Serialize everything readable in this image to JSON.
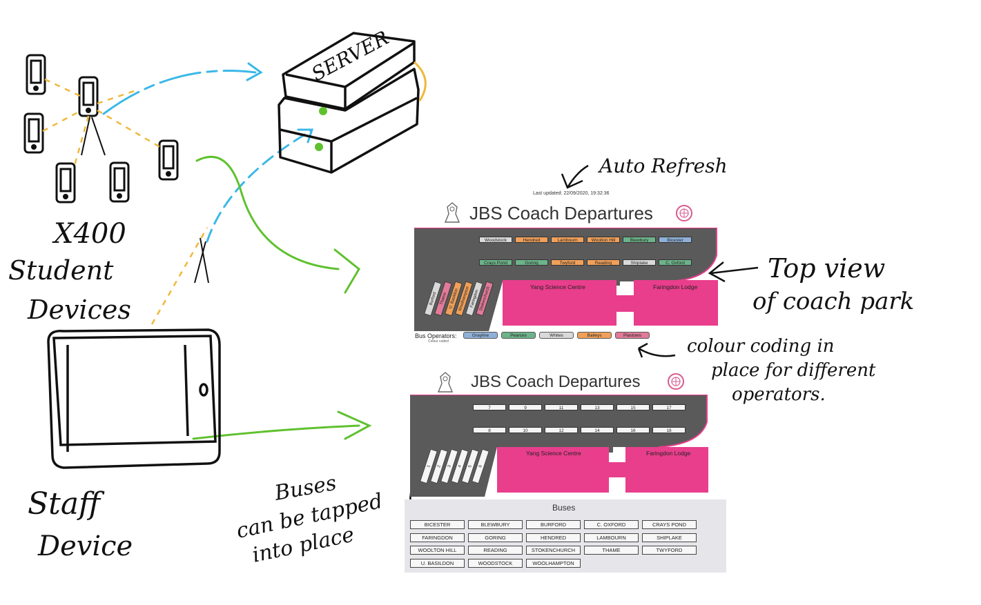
{
  "annotations": {
    "server": "SERVER",
    "count": "X400",
    "student_line1": "Student",
    "student_line2": "Devices",
    "staff_line1": "Staff",
    "staff_line2": "Device",
    "auto_refresh": "Auto Refresh",
    "top_view_line1": "Top view",
    "top_view_line2": "of coach park",
    "colour_line1": "colour coding in",
    "colour_line2": "place for different",
    "colour_line3": "operators.",
    "buses_line1": "Buses",
    "buses_line2": "can be tapped",
    "buses_line3": "into place"
  },
  "screen1": {
    "last_updated": "Last updated: 22/09/2020, 19:32:36",
    "title": "JBS Coach Departures",
    "building_left": "Yang Science Centre",
    "building_right": "Faringdon Lodge",
    "top_row": [
      {
        "label": "Woodstock",
        "color": "#d9d9d9"
      },
      {
        "label": "Hendred",
        "color": "#f0a05a"
      },
      {
        "label": "Lambourn",
        "color": "#f0a05a"
      },
      {
        "label": "Woolton Hill",
        "color": "#f0a05a"
      },
      {
        "label": "Blewbury",
        "color": "#6db38a"
      },
      {
        "label": "Bicester",
        "color": "#8fb1d9"
      }
    ],
    "second_row": [
      {
        "label": "Crays Pond",
        "color": "#6db38a"
      },
      {
        "label": "Goring",
        "color": "#6db38a"
      },
      {
        "label": "Twyford",
        "color": "#f0a05a"
      },
      {
        "label": "Reading",
        "color": "#f0a05a"
      },
      {
        "label": "Shiplake",
        "color": "#d9d9d9"
      },
      {
        "label": "C. Oxford",
        "color": "#6db38a"
      }
    ],
    "angled": [
      {
        "label": "Burford",
        "color": "#d9d9d9"
      },
      {
        "label": "Thame",
        "color": "#e07b9a"
      },
      {
        "label": "U. Basildon",
        "color": "#f0a05a"
      },
      {
        "label": "Woolhampton",
        "color": "#f0a05a"
      },
      {
        "label": "Faringdon",
        "color": "#d9d9d9"
      },
      {
        "label": "Stokenchurch",
        "color": "#e07b9a"
      }
    ],
    "operators_label": "Bus Operators:",
    "operators_sub": "Colour coded",
    "operators": [
      {
        "label": "Grayline",
        "color": "#8fb1d9"
      },
      {
        "label": "Pearces",
        "color": "#6db38a"
      },
      {
        "label": "Whites",
        "color": "#d9d9d9"
      },
      {
        "label": "Baileys",
        "color": "#f0a05a"
      },
      {
        "label": "Plastows",
        "color": "#e07b9a"
      }
    ]
  },
  "screen2": {
    "title": "JBS Coach Departures",
    "building_left": "Yang Science Centre",
    "building_right": "Faringdon Lodge",
    "top_row": [
      "7",
      "9",
      "11",
      "13",
      "15",
      "17"
    ],
    "second_row": [
      "8",
      "10",
      "12",
      "14",
      "16",
      "18"
    ],
    "angled": [
      "1",
      "2",
      "3",
      "4",
      "5",
      "6"
    ],
    "buses_title": "Buses",
    "bus_buttons": [
      "BICESTER",
      "BLEWBURY",
      "BURFORD",
      "C. OXFORD",
      "CRAYS POND",
      "FARINGDON",
      "GORING",
      "HENDRED",
      "LAMBOURN",
      "SHIPLAKE",
      "WOOLTON HILL",
      "READING",
      "STOKENCHURCH",
      "THAME",
      "TWYFORD",
      "U. BASILDON",
      "WOODSTOCK",
      "WOOLHAMPTON"
    ]
  }
}
